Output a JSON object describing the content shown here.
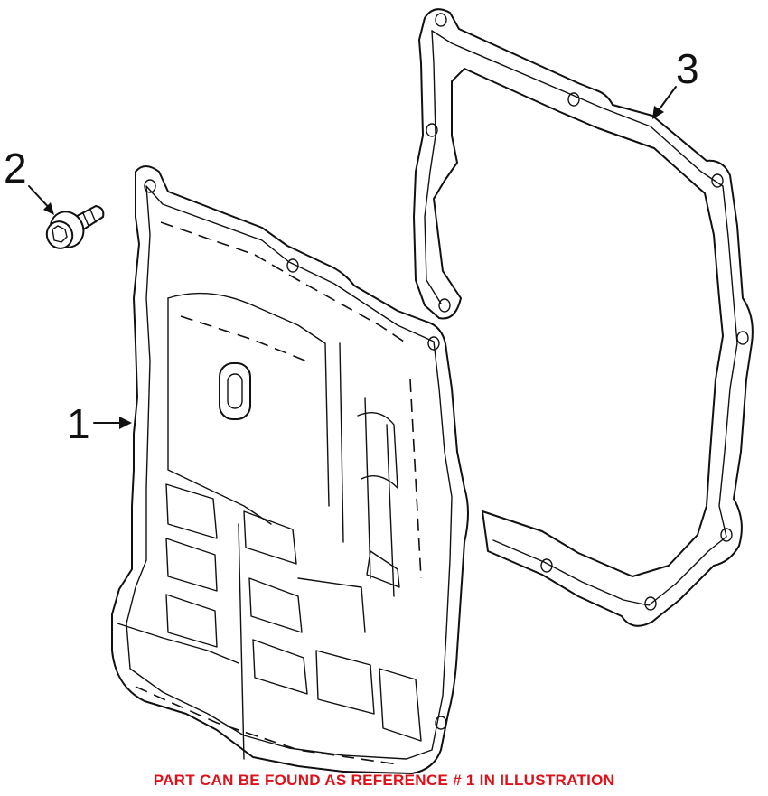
{
  "labels": {
    "ref1": "1",
    "ref2": "2",
    "ref3": "3"
  },
  "parts": {
    "ref1": "oil-pan",
    "ref2": "bolt",
    "ref3": "gasket"
  },
  "caption": {
    "text": "PART CAN BE FOUND AS REFERENCE # 1 IN ILLUSTRATION",
    "color": "#e0101a"
  },
  "colors": {
    "line": "#111111",
    "background": "#ffffff"
  }
}
